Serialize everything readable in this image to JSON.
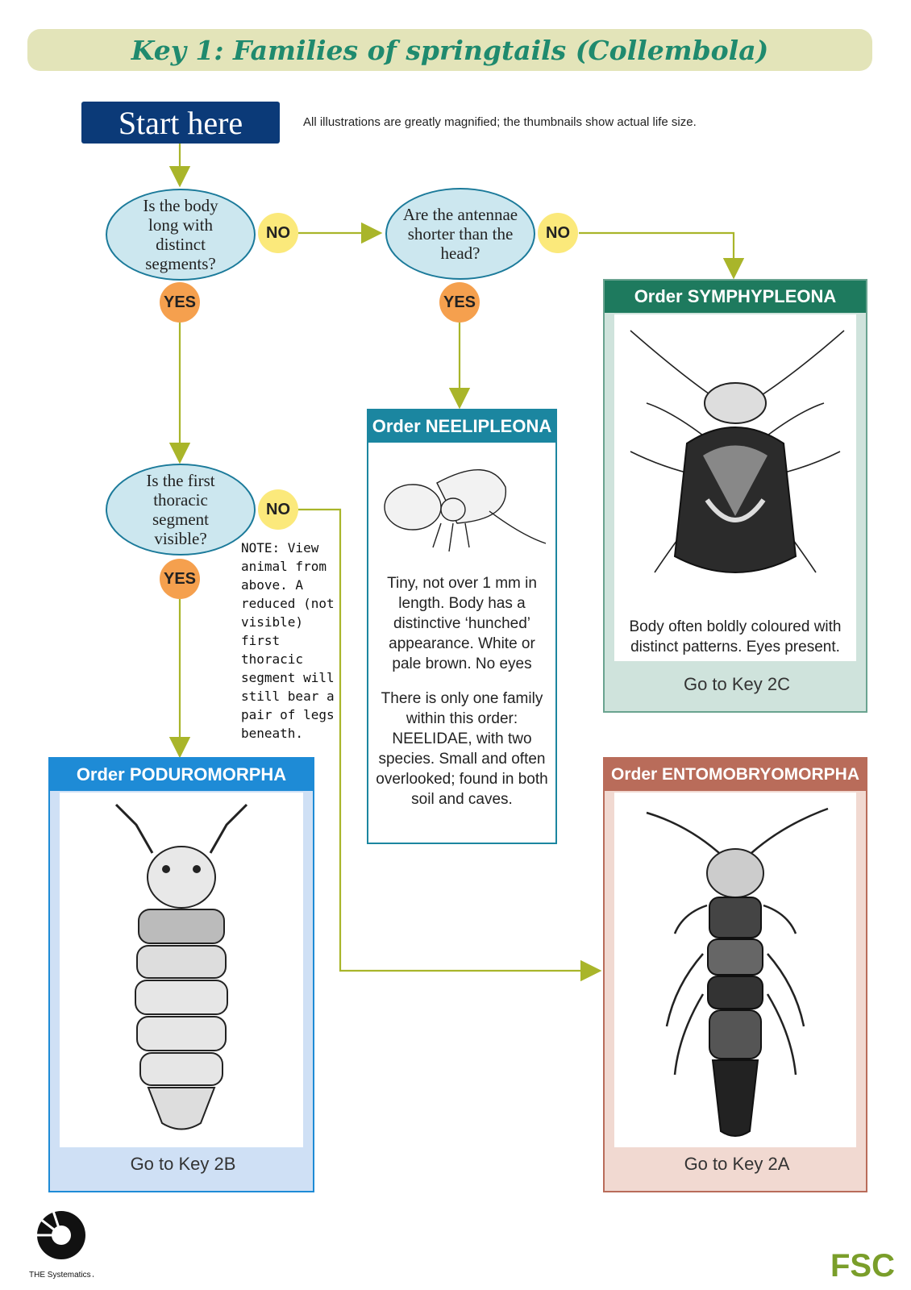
{
  "title": "Key 1: Families of springtails (Collembola)",
  "start_label": "Start here",
  "illustration_note": "All illustrations are greatly magnified; the thumbnails show actual life size.",
  "questions": {
    "q1": "Is the body long with distinct segments?",
    "q2": "Are the antennae shorter than the head?",
    "q3": "Is the first thoracic segment visible?"
  },
  "answers": {
    "no": "NO",
    "yes": "YES"
  },
  "thoracic_note": "NOTE: View animal from above. A reduced (not visible) first thoracic segment will still bear a pair of legs beneath.",
  "orders": {
    "symphypleona": {
      "title": "Order SYMPHYPLEONA",
      "description": "Body often boldly coloured with distinct patterns. Eyes present.",
      "goto": "Go to Key 2C"
    },
    "neelipleona": {
      "title": "Order NEELIPLEONA",
      "description": "Tiny, not over 1 mm in length. Body has a distinctive ‘hunched’ appearance. White or pale brown. No eyes",
      "description2": "There is only one family within this order: NEELIDAE, with two species. Small and often overlooked; found in both soil and caves."
    },
    "poduromorpha": {
      "title": "Order PODUROMORPHA",
      "goto": "Go to Key 2B"
    },
    "entomobryomorpha": {
      "title": "Order ENTOMOBRYOMORPHA",
      "goto": "Go to Key 2A"
    }
  },
  "logos": {
    "left": "THE Systematics ASSOCIATION",
    "right": "FSC"
  },
  "colors": {
    "title_bg": "#e3e4b9",
    "title_text": "#1f8a6e",
    "start_bg": "#0b3a78",
    "connector": "#a9b52a",
    "no_badge": "#fbe97b",
    "yes_badge": "#f5a04e",
    "symphypleona": "#1e7a5e",
    "neelipleona": "#1b86a0",
    "poduromorpha": "#1e8bd6",
    "entomobryomorpha": "#b96c5a"
  }
}
